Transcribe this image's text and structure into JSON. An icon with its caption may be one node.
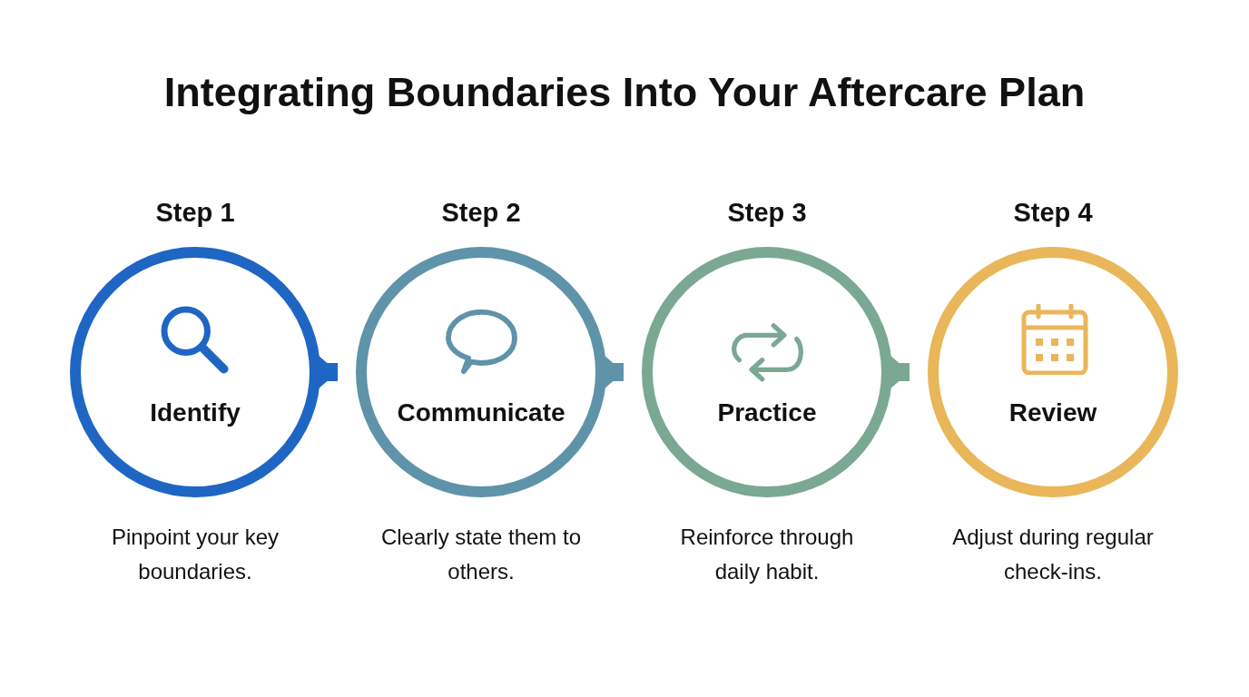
{
  "diagram": {
    "title": "Integrating Boundaries Into Your Aftercare Plan",
    "nodes": [
      {
        "text": [
          "Identify"
        ],
        "beside": [
          "Step 1",
          "Pinpoint your key boundaries."
        ]
      },
      {
        "text": [
          "Communicate"
        ],
        "beside": [
          "Step 2",
          "Clearly state them to others."
        ]
      },
      {
        "text": [
          "Practice"
        ],
        "beside": [
          "Step 3",
          "Reinforce through daily habit."
        ]
      },
      {
        "text": [
          "Review"
        ],
        "beside": [
          "Step 4",
          "Adjust during regular check-ins."
        ]
      }
    ],
    "edges": [
      {
        "from": 0,
        "to": 1,
        "arrow": "to",
        "color": "#1f66c4"
      },
      {
        "from": 1,
        "to": 2,
        "arrow": "to",
        "color": "#5f93aa"
      },
      {
        "from": 2,
        "to": 3,
        "arrow": "to",
        "color": "#7aa893"
      }
    ]
  }
}
